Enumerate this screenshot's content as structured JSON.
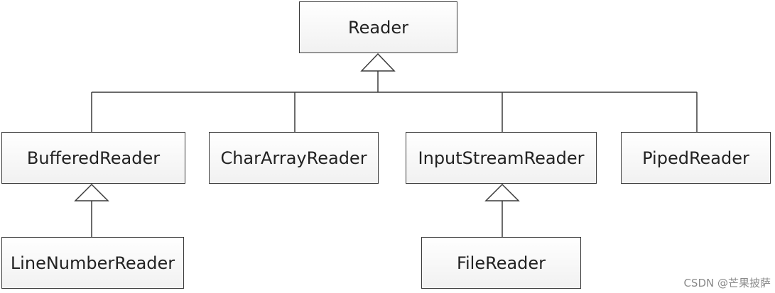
{
  "diagram": {
    "root": "Reader",
    "children": [
      "BufferedReader",
      "CharArrayReader",
      "InputStreamReader",
      "PipedReader"
    ],
    "grandchildren": {
      "buffered": "LineNumberReader",
      "input_stream": "FileReader"
    }
  },
  "watermark": "CSDN @芒果披萨"
}
